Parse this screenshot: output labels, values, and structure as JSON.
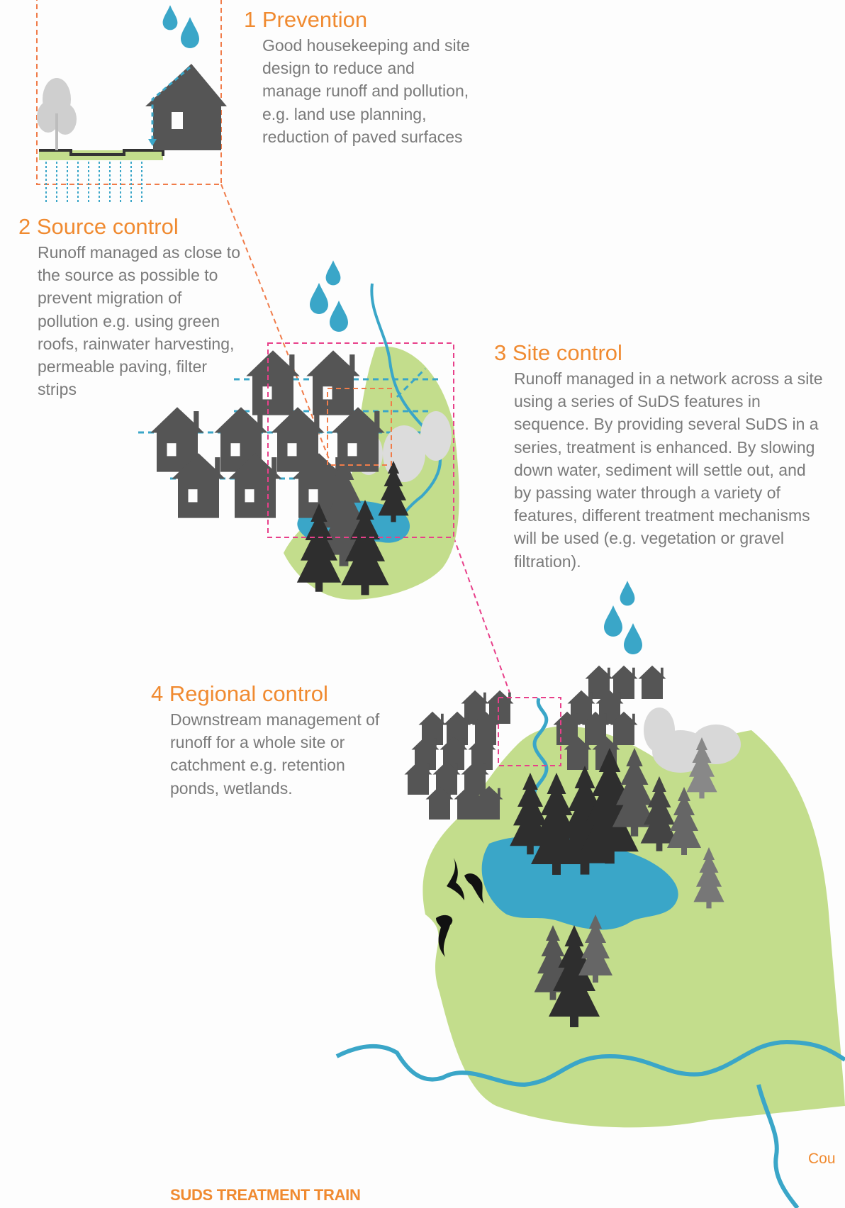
{
  "stages": [
    {
      "title": "1 Prevention",
      "description": "Good housekeeping and site design to reduce and manage runoff and pollution, e.g. land use planning, reduction of paved surfaces"
    },
    {
      "title": "2 Source control",
      "description": "Runoff managed as close to the source as possible to prevent migration of pollution e.g. using green roofs, rainwater harvesting, permeable paving, filter strips"
    },
    {
      "title": "3 Site control",
      "description": "Runoff managed in a network across a site using a series of SuDS features in sequence. By providing several SuDS in a series, treatment is enhanced. By slowing down water, sediment will settle out, and by passing water through a variety of features, different treatment mechanisms will be used (e.g. vegetation or gravel filtration)."
    },
    {
      "title": "4 Regional control",
      "description": "Downstream management of runoff for a whole site or catchment e.g. retention ponds, wetlands."
    }
  ],
  "caption": "SUDS TREATMENT TRAIN",
  "credit": "Cou",
  "colors": {
    "accent": "#f08a30",
    "text": "#7a7a7a",
    "water": "#3aa6c8",
    "land": "#c3dd8c",
    "house": "#555555",
    "tree": "#2e2e2e",
    "box_orange": "#f07c4a",
    "box_pink": "#e8408a"
  }
}
